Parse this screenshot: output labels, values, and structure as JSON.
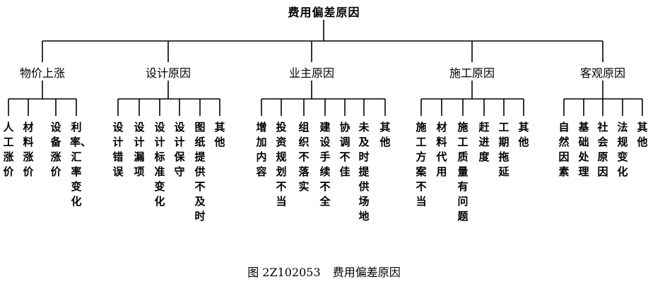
{
  "root": "费用偏差原因",
  "categories": [
    {
      "label": "物价上涨",
      "items": [
        "人工涨价",
        "材料涨价",
        "设备涨价",
        "利率、汇率变化"
      ]
    },
    {
      "label": "设计原因",
      "items": [
        "设计错误",
        "设计漏项",
        "设计标准变化",
        "设计保守",
        "图纸提供不及时",
        "其他"
      ]
    },
    {
      "label": "业主原因",
      "items": [
        "增加内容",
        "投资规划不当",
        "组织不落实",
        "建设手续不全",
        "协调不佳",
        "未及时提供场地",
        "其他"
      ]
    },
    {
      "label": "施工原因",
      "items": [
        "施工方案不当",
        "材料代用",
        "施工质量有问题",
        "赶进度",
        "工期拖延",
        "其他"
      ]
    },
    {
      "label": "客观原因",
      "items": [
        "自然因素",
        "基础处理",
        "社会原因",
        "法规变化",
        "其他"
      ]
    }
  ],
  "caption": {
    "figure_no": "图 2Z102053",
    "title": "费用偏差原因"
  }
}
